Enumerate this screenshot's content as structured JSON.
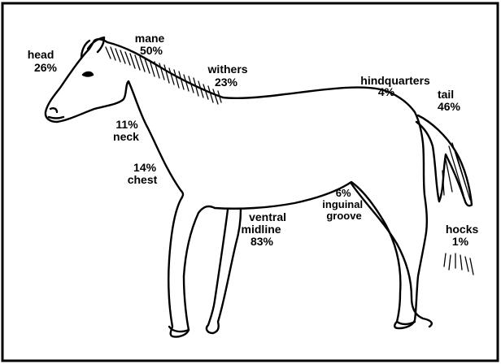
{
  "figure": {
    "labels": [
      {
        "id": "head",
        "lines": [
          "head",
          "26%"
        ]
      },
      {
        "id": "mane",
        "lines": [
          "mane",
          "50%"
        ]
      },
      {
        "id": "withers",
        "lines": [
          "withers",
          "23%"
        ]
      },
      {
        "id": "hindquarters",
        "lines": [
          "hindquarters",
          "4%"
        ]
      },
      {
        "id": "tail",
        "lines": [
          "tail",
          "46%"
        ]
      },
      {
        "id": "neck",
        "lines": [
          "11%",
          "neck"
        ]
      },
      {
        "id": "chest",
        "lines": [
          "14%",
          "chest"
        ]
      },
      {
        "id": "ventral-midline",
        "lines": [
          "ventral",
          "midline",
          "83%"
        ]
      },
      {
        "id": "inguinal-groove",
        "lines": [
          "6%",
          "inguinal",
          "groove"
        ]
      },
      {
        "id": "hocks",
        "lines": [
          "hocks",
          "1%"
        ]
      }
    ]
  }
}
